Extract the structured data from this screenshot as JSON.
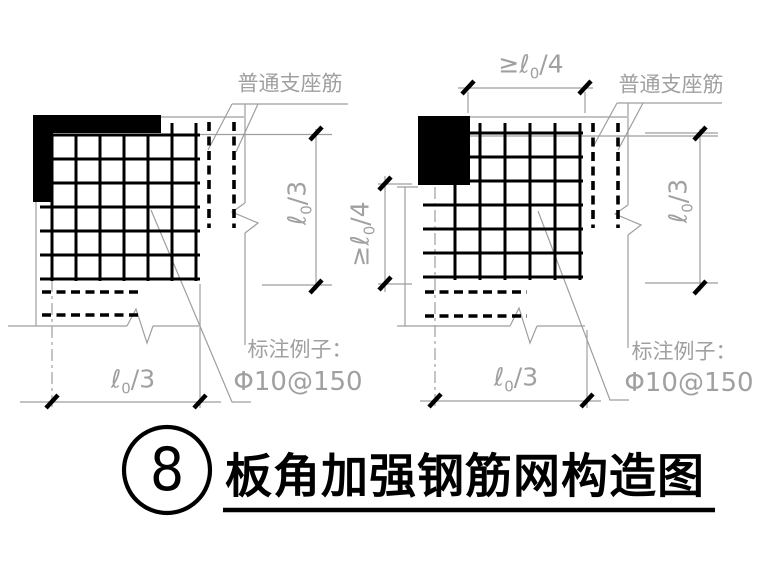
{
  "drawing": {
    "detail_number": "8",
    "title": "板角加强钢筋网构造图",
    "labels": {
      "support_bar": "普通支座筋",
      "example_caption": "标注例子：",
      "example_value": "Φ10@150"
    },
    "dims": {
      "l03": {
        "sym": "ℓ",
        "sub": "0",
        "rest": "/3"
      },
      "l04": {
        "geq": "≥",
        "sym": "ℓ",
        "sub": "0",
        "rest": "/4"
      }
    },
    "colors": {
      "ink": "#000000",
      "annotation": "#a0a0a0"
    }
  }
}
